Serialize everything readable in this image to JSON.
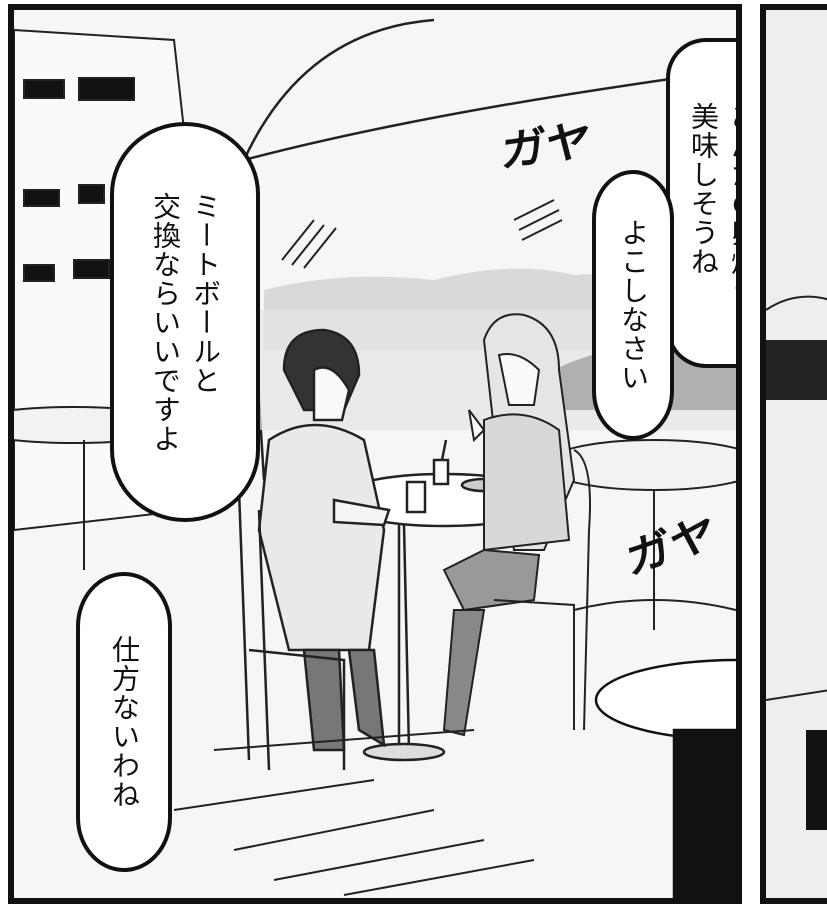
{
  "bubbles": {
    "b1": "あんたの卵焼き\n美味しそうね",
    "b2": "よこしなさい",
    "b3": "ミートボールと\n交換ならいいですよ",
    "b4": "仕方ないわね"
  },
  "sfx": {
    "s1": "ガヤ",
    "s2": "ガヤ"
  }
}
